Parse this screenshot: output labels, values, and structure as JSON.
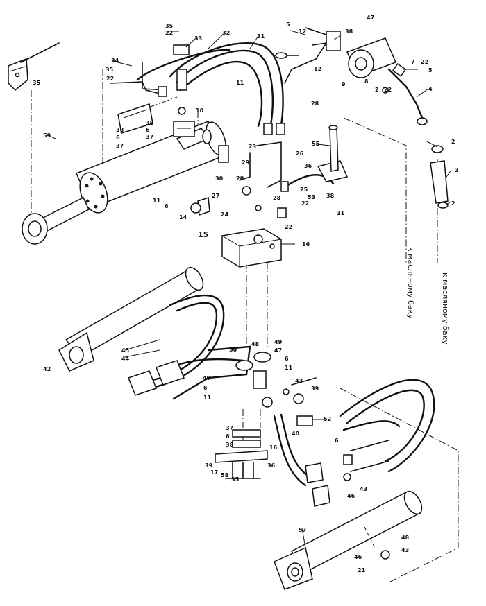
{
  "notes": {
    "tank_note_1": "к масляному баку",
    "tank_note_2": "к масляному баку"
  },
  "labels": [
    {
      "id": "a1",
      "text": "5"
    },
    {
      "id": "a2",
      "text": "12"
    },
    {
      "id": "a3",
      "text": "38"
    },
    {
      "id": "a4",
      "text": "47"
    },
    {
      "id": "a5",
      "text": "7"
    },
    {
      "id": "a6",
      "text": "22"
    },
    {
      "id": "a7",
      "text": "5"
    },
    {
      "id": "a8",
      "text": "4"
    },
    {
      "id": "a9",
      "text": "9"
    },
    {
      "id": "a10",
      "text": "8"
    },
    {
      "id": "a11",
      "text": "2"
    },
    {
      "id": "a12",
      "text": "22"
    },
    {
      "id": "a13",
      "text": "12"
    },
    {
      "id": "a14",
      "text": "28"
    },
    {
      "id": "a15",
      "text": "2"
    },
    {
      "id": "a16",
      "text": "3"
    },
    {
      "id": "a17",
      "text": "2"
    },
    {
      "id": "a18",
      "text": "35"
    },
    {
      "id": "a19",
      "text": "22"
    },
    {
      "id": "a20",
      "text": "33"
    },
    {
      "id": "a21",
      "text": "32"
    },
    {
      "id": "a22",
      "text": "31"
    },
    {
      "id": "a23",
      "text": "34"
    },
    {
      "id": "a24",
      "text": "35"
    },
    {
      "id": "a25",
      "text": "22"
    },
    {
      "id": "a26",
      "text": "35"
    },
    {
      "id": "a27",
      "text": "11"
    },
    {
      "id": "a28",
      "text": "10"
    },
    {
      "id": "a29",
      "text": "38"
    },
    {
      "id": "a30",
      "text": "6"
    },
    {
      "id": "a31",
      "text": "37"
    },
    {
      "id": "a32",
      "text": "38"
    },
    {
      "id": "a33",
      "text": "6"
    },
    {
      "id": "a34",
      "text": "37"
    },
    {
      "id": "a35",
      "text": "59"
    },
    {
      "id": "a36",
      "text": "55"
    },
    {
      "id": "a37",
      "text": "23"
    },
    {
      "id": "a38",
      "text": "26"
    },
    {
      "id": "a39",
      "text": "29"
    },
    {
      "id": "a40",
      "text": "30"
    },
    {
      "id": "a41",
      "text": "36"
    },
    {
      "id": "a42",
      "text": "53"
    },
    {
      "id": "a43",
      "text": "38"
    },
    {
      "id": "a44",
      "text": "31"
    },
    {
      "id": "a45",
      "text": "27"
    },
    {
      "id": "a46",
      "text": "28"
    },
    {
      "id": "a47",
      "text": "22"
    },
    {
      "id": "a48",
      "text": "25"
    },
    {
      "id": "a49",
      "text": "11"
    },
    {
      "id": "a50",
      "text": "6"
    },
    {
      "id": "a51",
      "text": "14"
    },
    {
      "id": "a52",
      "text": "15"
    },
    {
      "id": "a53",
      "text": "24"
    },
    {
      "id": "a54",
      "text": "22"
    },
    {
      "id": "a55",
      "text": "16"
    },
    {
      "id": "a56",
      "text": "42"
    },
    {
      "id": "a57",
      "text": "45"
    },
    {
      "id": "a58",
      "text": "44"
    },
    {
      "id": "a59",
      "text": "50"
    },
    {
      "id": "a60",
      "text": "48"
    },
    {
      "id": "a61",
      "text": "49"
    },
    {
      "id": "a62",
      "text": "47"
    },
    {
      "id": "a63",
      "text": "6"
    },
    {
      "id": "a64",
      "text": "11"
    },
    {
      "id": "a65",
      "text": "49"
    },
    {
      "id": "a66",
      "text": "6"
    },
    {
      "id": "a67",
      "text": "11"
    },
    {
      "id": "a68",
      "text": "43"
    },
    {
      "id": "a69",
      "text": "39"
    },
    {
      "id": "a70",
      "text": "52"
    },
    {
      "id": "a71",
      "text": "40"
    },
    {
      "id": "a72",
      "text": "37"
    },
    {
      "id": "a73",
      "text": "6"
    },
    {
      "id": "a74",
      "text": "38"
    },
    {
      "id": "a75",
      "text": "16"
    },
    {
      "id": "a76",
      "text": "39"
    },
    {
      "id": "a77",
      "text": "17"
    },
    {
      "id": "a78",
      "text": "58"
    },
    {
      "id": "a79",
      "text": "35"
    },
    {
      "id": "a80",
      "text": "36"
    },
    {
      "id": "a81",
      "text": "46"
    },
    {
      "id": "a82",
      "text": "43"
    },
    {
      "id": "a83",
      "text": "57"
    },
    {
      "id": "a84",
      "text": "48"
    },
    {
      "id": "a85",
      "text": "43"
    },
    {
      "id": "a86",
      "text": "46"
    },
    {
      "id": "a87",
      "text": "6"
    },
    {
      "id": "a88",
      "text": "28"
    },
    {
      "id": "a89",
      "text": "21"
    }
  ]
}
